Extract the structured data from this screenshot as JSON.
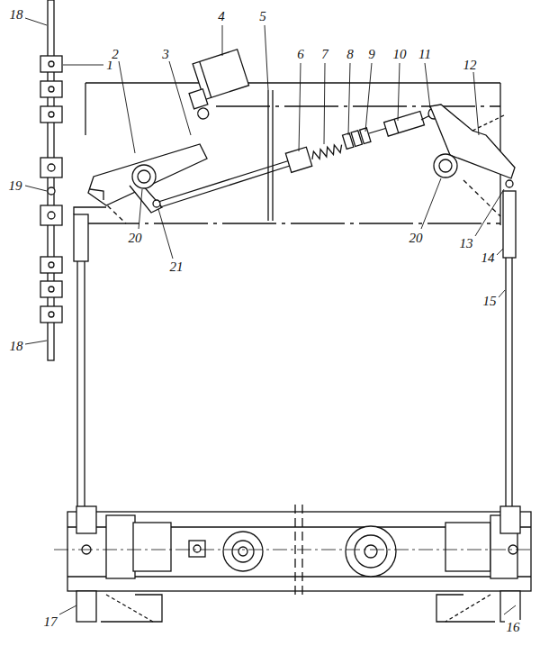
{
  "diagram": {
    "labels": [
      "18",
      "1",
      "2",
      "3",
      "4",
      "5",
      "6",
      "7",
      "8",
      "9",
      "10",
      "11",
      "12",
      "19",
      "20",
      "21",
      "20",
      "13",
      "14",
      "15",
      "18",
      "17",
      "16"
    ]
  }
}
